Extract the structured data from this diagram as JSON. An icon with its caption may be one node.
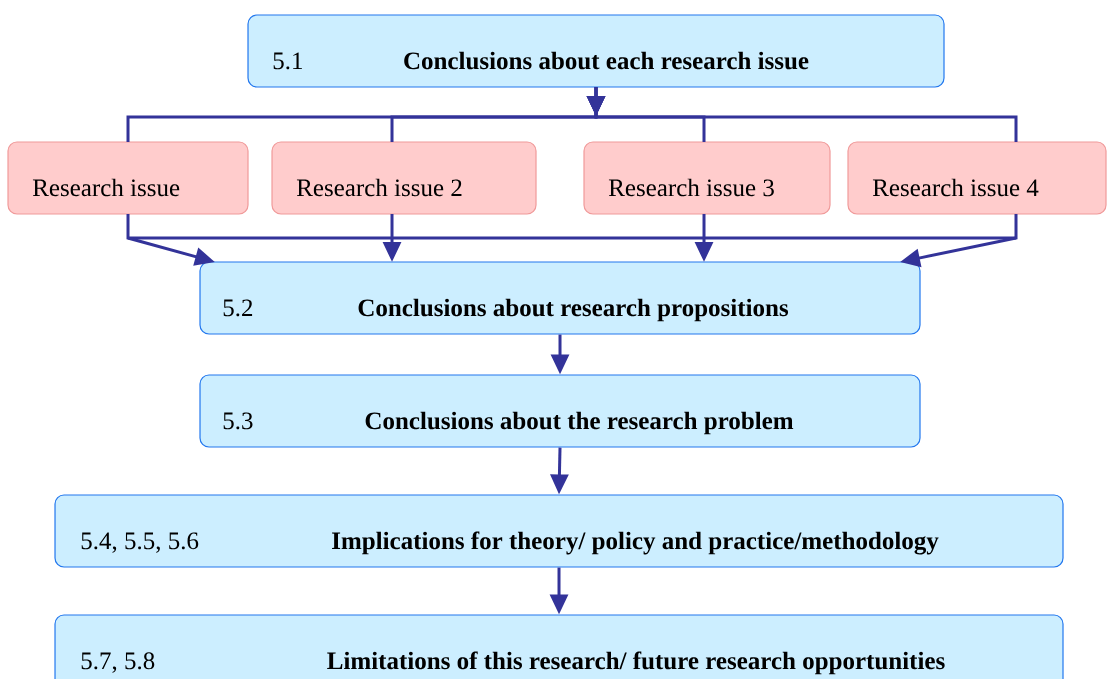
{
  "diagram": {
    "nodes": [
      {
        "text": [
          "5.1",
          "Conclusions about each research issue"
        ]
      },
      {
        "text": [
          "Research issue"
        ]
      },
      {
        "text": [
          "Research issue 2"
        ]
      },
      {
        "text": [
          "Research issue 3"
        ]
      },
      {
        "text": [
          "Research issue 4"
        ]
      },
      {
        "text": [
          "5.2",
          "Conclusions about research propositions"
        ]
      },
      {
        "text": [
          "5.3",
          "Conclusions about the research problem"
        ]
      },
      {
        "text": [
          "5.4, 5.5, 5.6",
          "Implications for theory/ policy and practice/methodology"
        ]
      },
      {
        "text": [
          "5.7, 5.8",
          "Limitations of this research/ future research opportunities"
        ]
      }
    ],
    "edges": [
      {
        "from": 0,
        "to": 1,
        "arrow": "to"
      },
      {
        "from": 0,
        "to": 2,
        "arrow": "to"
      },
      {
        "from": 0,
        "to": 3,
        "arrow": "to"
      },
      {
        "from": 0,
        "to": 4,
        "arrow": "to"
      },
      {
        "from": 1,
        "to": 5,
        "arrow": "to"
      },
      {
        "from": 2,
        "to": 5,
        "arrow": "to"
      },
      {
        "from": 3,
        "to": 5,
        "arrow": "to"
      },
      {
        "from": 4,
        "to": 5,
        "arrow": "to"
      },
      {
        "from": 5,
        "to": 6,
        "arrow": "to"
      },
      {
        "from": 6,
        "to": 7,
        "arrow": "to"
      },
      {
        "from": 7,
        "to": 8,
        "arrow": "to"
      }
    ]
  }
}
